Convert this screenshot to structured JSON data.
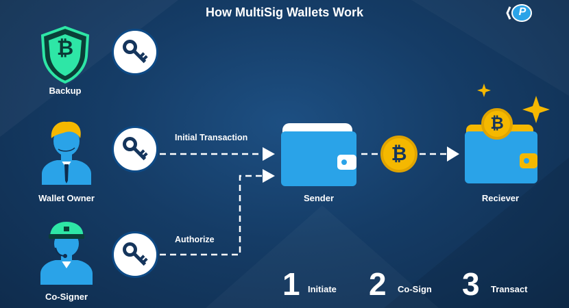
{
  "title": "How MultiSig Wallets Work",
  "logo_letter": "P",
  "roles": {
    "backup": "Backup",
    "wallet_owner": "Wallet Owner",
    "co_signer": "Co-Signer"
  },
  "flows": {
    "initial_transaction": "Initial Transaction",
    "authorize": "Authorize"
  },
  "wallets": {
    "sender": "Sender",
    "receiver": "Reciever"
  },
  "coin_symbol": "₿",
  "steps": [
    {
      "number": "1",
      "label": "Initiate"
    },
    {
      "number": "2",
      "label": "Co-Sign"
    },
    {
      "number": "3",
      "label": "Transact"
    }
  ],
  "colors": {
    "background": "#153c66",
    "wallet_blue": "#2aa3e8",
    "shield_green": "#2ee6a6",
    "coin_gold": "#f5b800",
    "arrow_white": "#ffffff"
  }
}
